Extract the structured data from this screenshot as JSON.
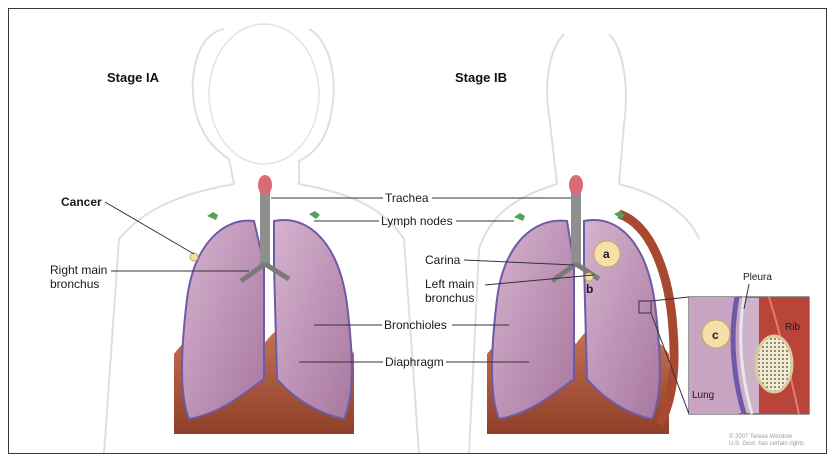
{
  "stages": {
    "left": "Stage IA",
    "right": "Stage IB"
  },
  "labels": {
    "cancer": "Cancer",
    "right_main_bronchus": [
      "Right main",
      "bronchus"
    ],
    "trachea": "Trachea",
    "lymph_nodes": "Lymph nodes",
    "carina": "Carina",
    "left_main_bronchus": [
      "Left main",
      "bronchus"
    ],
    "bronchioles": "Bronchioles",
    "diaphragm": "Diaphragm",
    "pleura": "Pleura",
    "rib": "Rib",
    "lung": "Lung"
  },
  "markers": {
    "a": "a",
    "b": "b",
    "c": "c"
  },
  "copyright": [
    "© 2007 Terese Winslow",
    "U.S. Govt. has certain rights"
  ],
  "colors": {
    "lung_fill": "#b98ab0",
    "lung_edge": "#6e5aa8",
    "diaphragm": "#b35a3c",
    "skin_line": "#e1dde2",
    "tumor": "#f4e0a8"
  }
}
